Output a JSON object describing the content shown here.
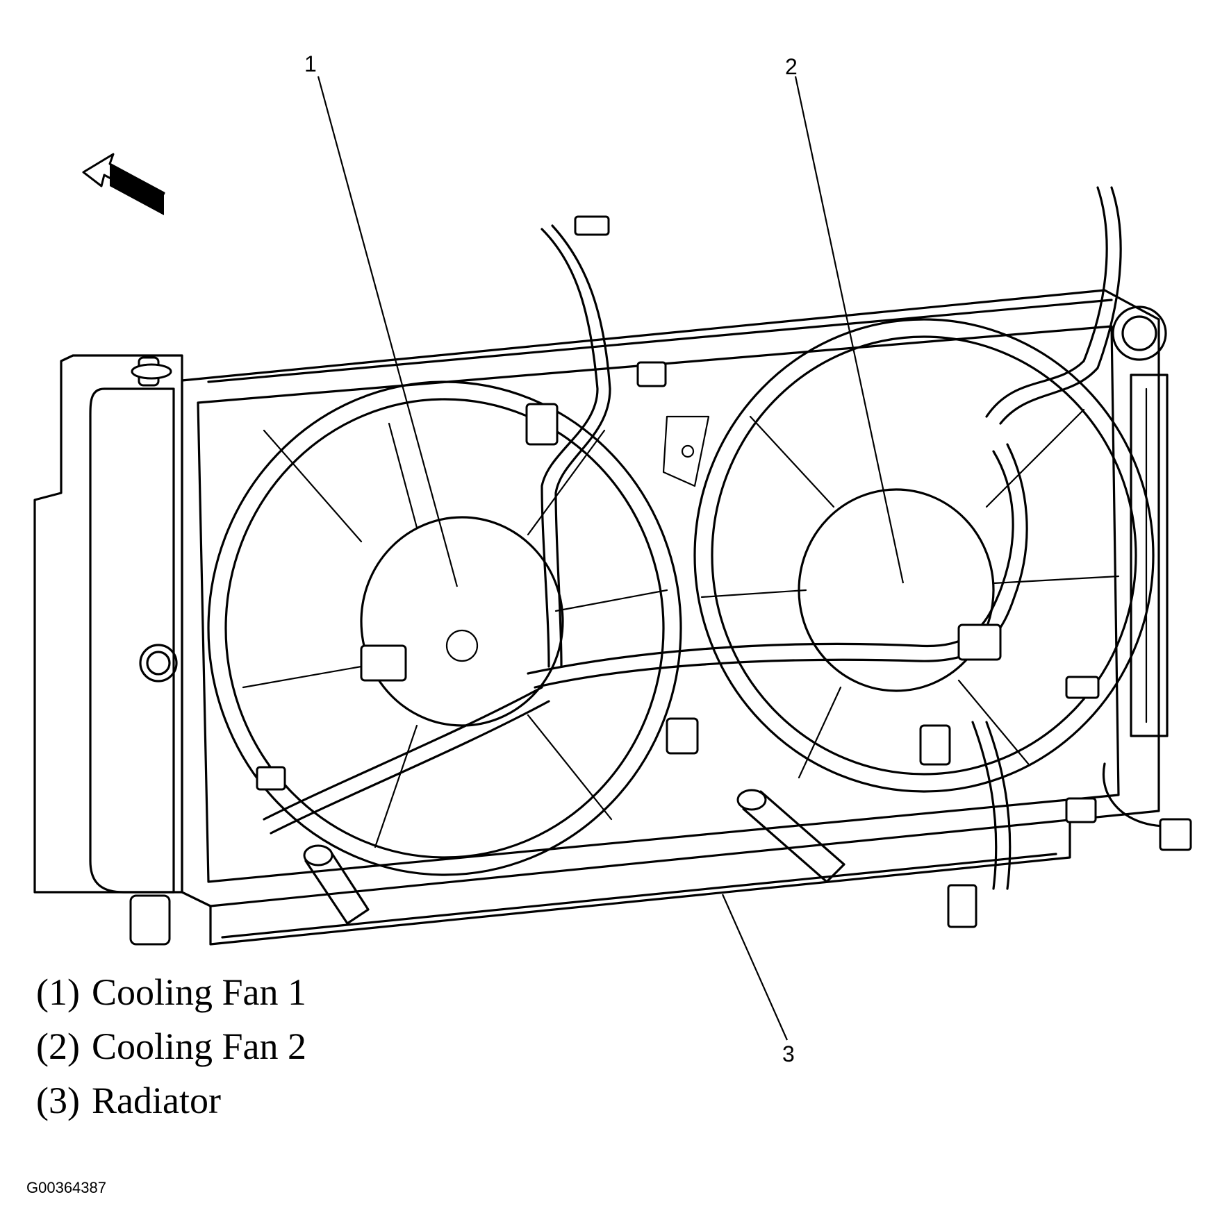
{
  "callouts": {
    "c1": "1",
    "c2": "2",
    "c3": "3"
  },
  "legend": [
    {
      "num": "(1)",
      "text": "Cooling Fan 1"
    },
    {
      "num": "(2)",
      "text": "Cooling Fan 2"
    },
    {
      "num": "(3)",
      "text": "Radiator"
    }
  ],
  "figure_id": "G00364387"
}
